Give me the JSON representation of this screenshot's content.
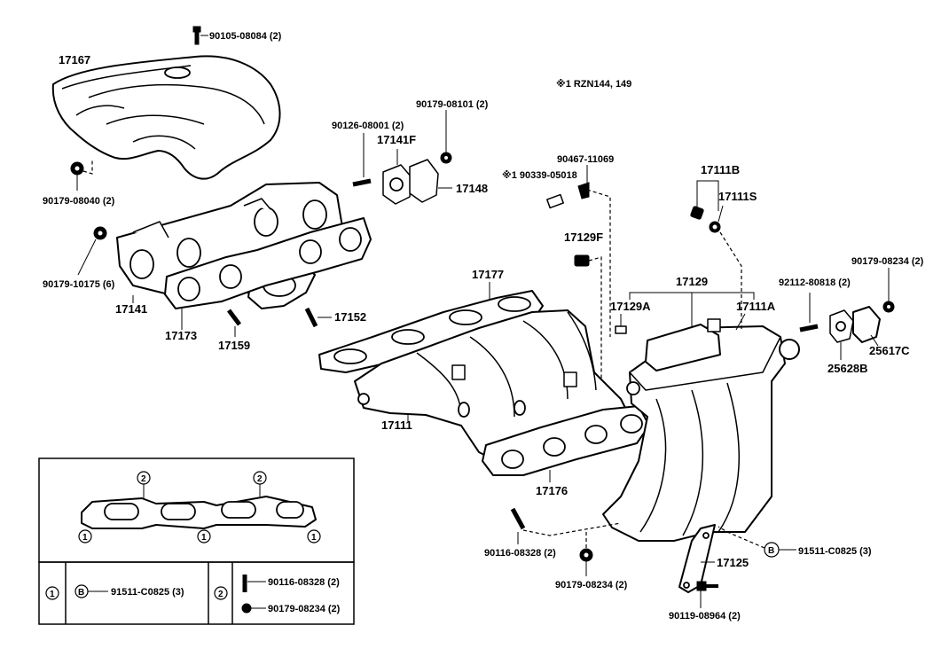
{
  "note": "※1 RZN144, 149",
  "labels": {
    "p17167": "17167",
    "p90105": "90105-08084 (2)",
    "p90179_08040": "90179-08040 (2)",
    "p90179_10175": "90179-10175 (6)",
    "p17141": "17141",
    "p17173": "17173",
    "p17159": "17159",
    "p17152": "17152",
    "p90126": "90126-08001 (2)",
    "p17141F": "17141F",
    "p90179_08101": "90179-08101 (2)",
    "p17148": "17148",
    "p90467": "90467-11069",
    "p90339": "※1 90339-05018",
    "p17129F": "17129F",
    "p17177": "17177",
    "p17129": "17129",
    "p17129A": "17129A",
    "p17111A": "17111A",
    "p17111B": "17111B",
    "p17111S": "17111S",
    "p92112": "92112-80818 (2)",
    "p90179_08234_tr": "90179-08234 (2)",
    "p25617C": "25617C",
    "p25628B": "25628B",
    "p17111": "17111",
    "p17176": "17176",
    "p90116": "90116-08328 (2)",
    "p90179_08234_bot": "90179-08234 (2)",
    "p91511": "91511-C0825 (3)",
    "p17125": "17125",
    "p90119": "90119-08964 (2)"
  },
  "inset": {
    "markers": {
      "one": "1",
      "two": "2",
      "b": "B"
    },
    "row1_part": "91511-C0825 (3)",
    "row2_part_a": "90116-08328 (2)",
    "row2_part_b": "90179-08234 (2)"
  },
  "markers": {
    "b": "B"
  }
}
